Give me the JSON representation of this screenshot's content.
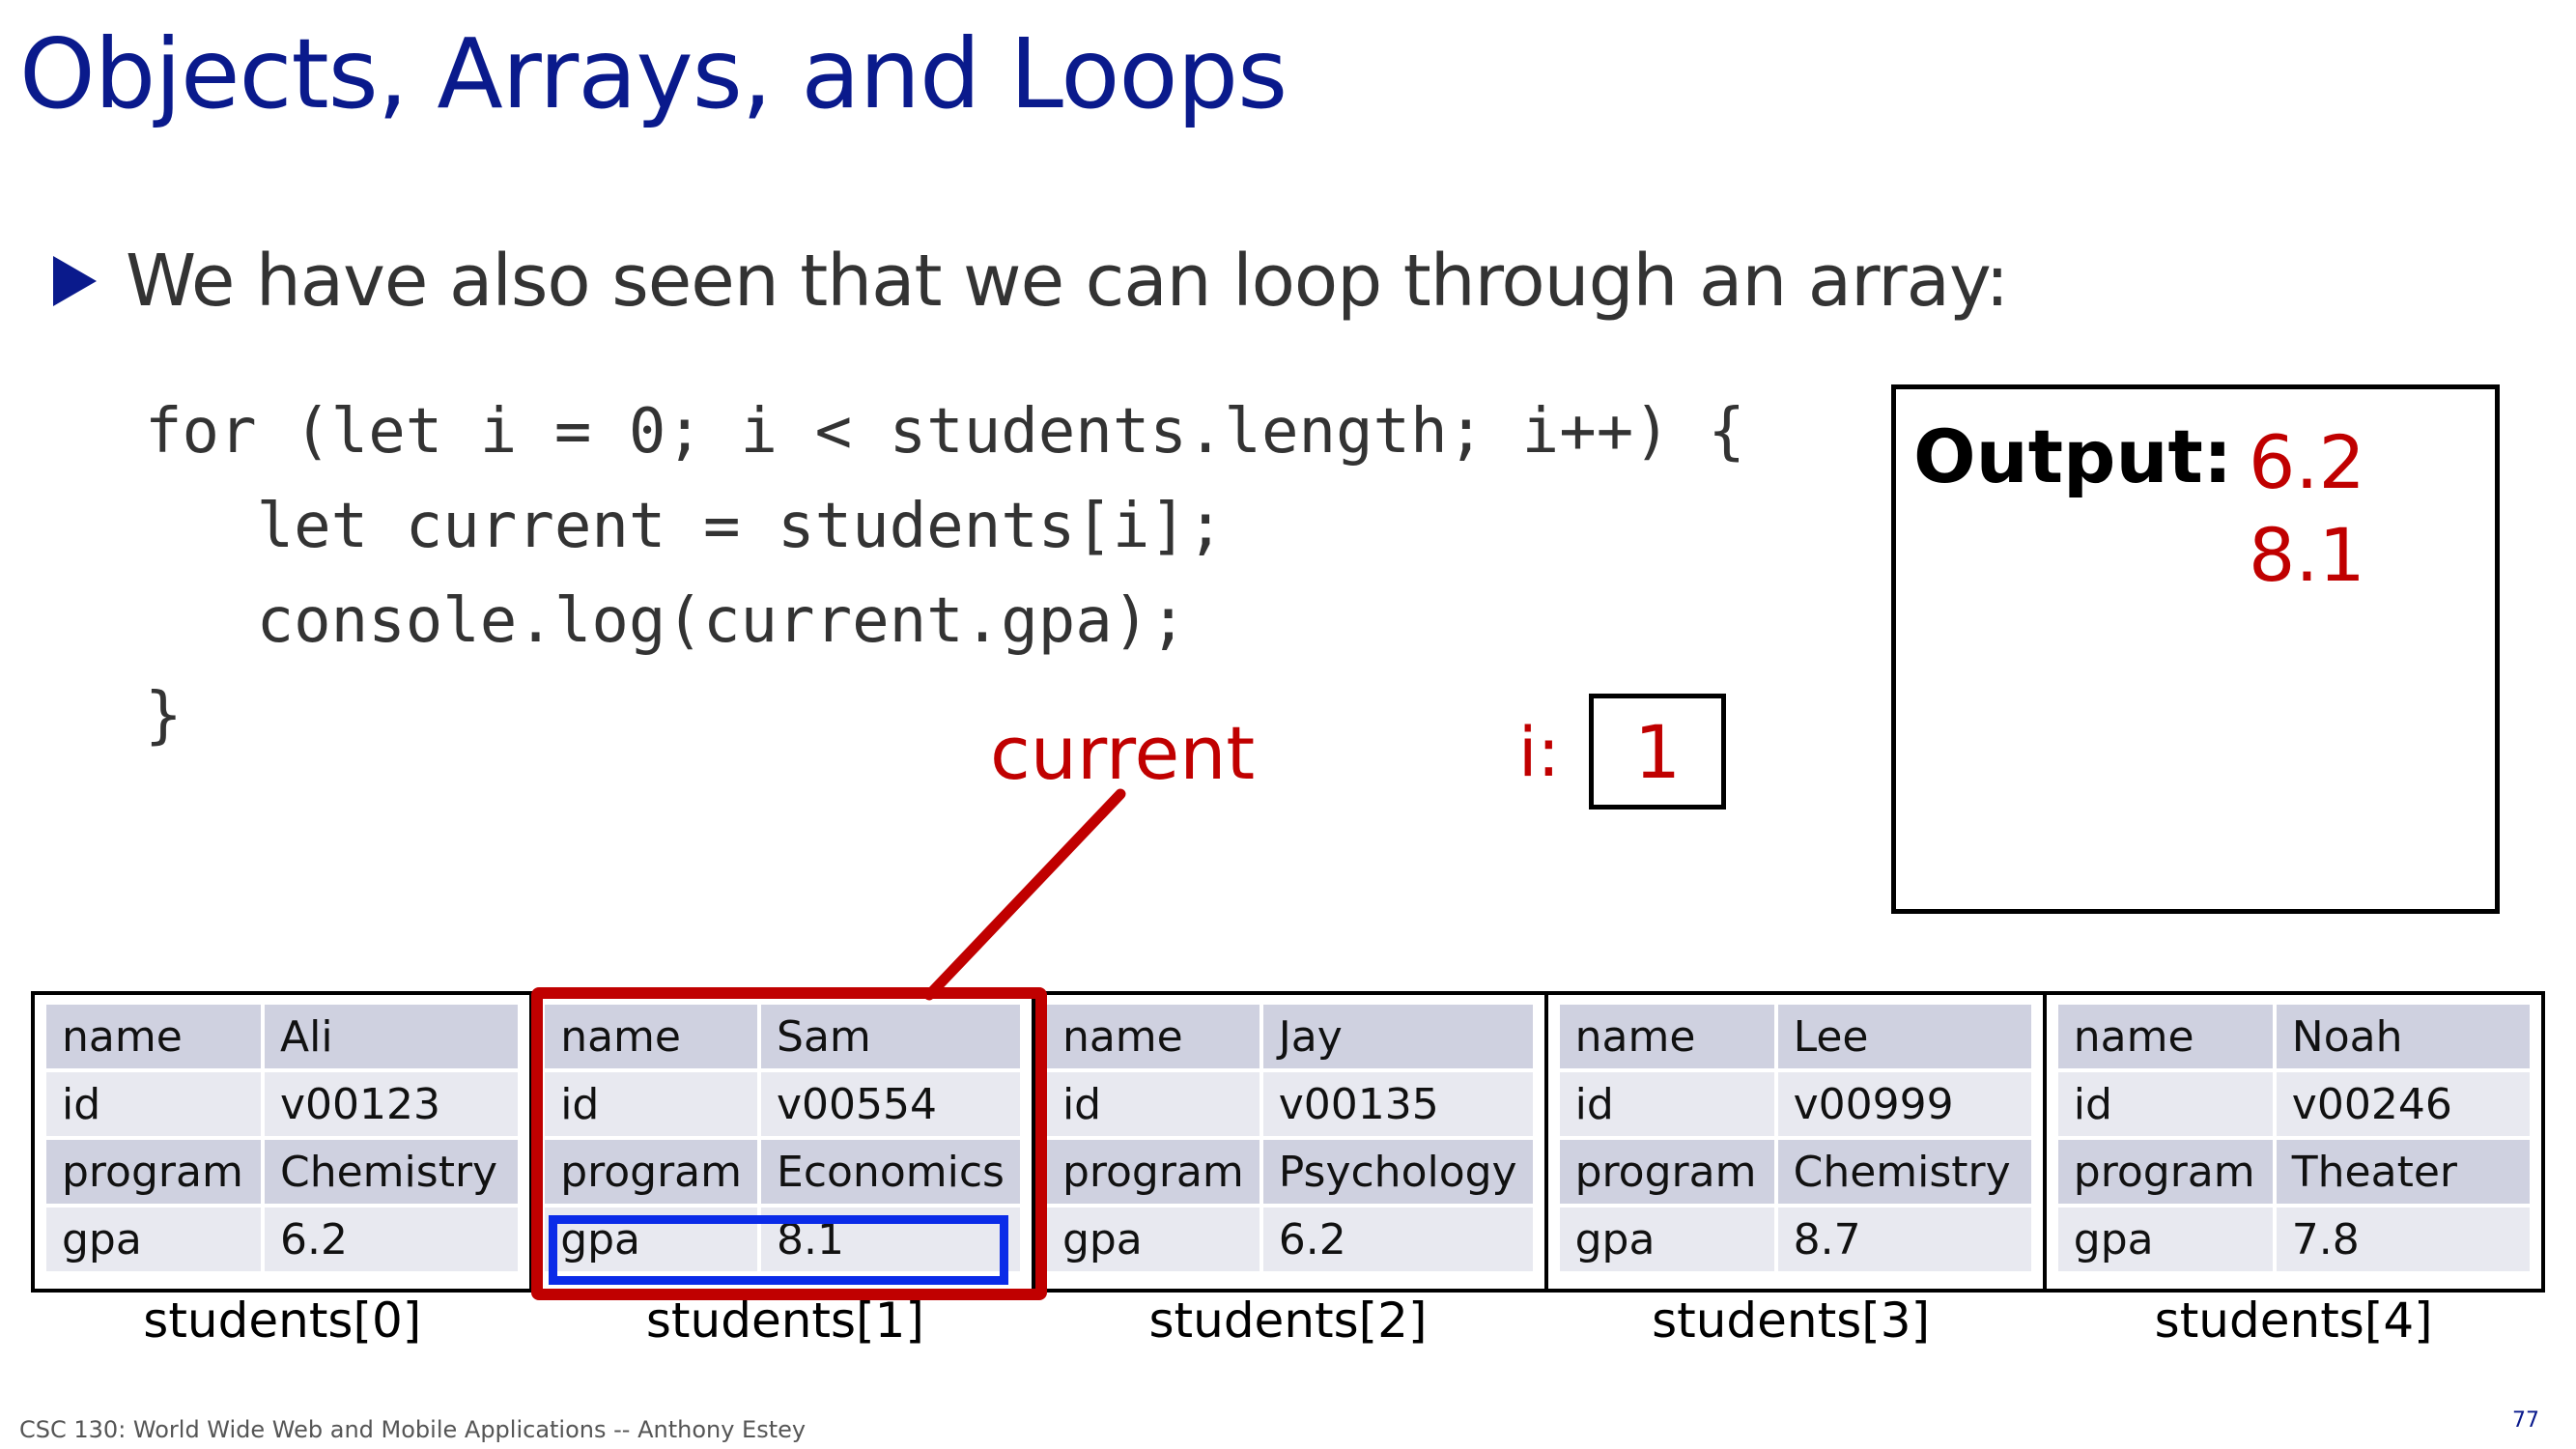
{
  "slide": {
    "title": "Objects, Arrays, and Loops",
    "bullet": "We have also seen that we can loop through an array:",
    "code": [
      "for (let i = 0; i < students.length; i++) {",
      "   let current = students[i];",
      "   console.log(current.gpa);",
      "}"
    ],
    "current_label": "current",
    "i_label": "i:",
    "i_value": "1",
    "output_label": "Output:",
    "output_values": [
      "6.2",
      "8.1"
    ],
    "records": [
      {
        "caption": "students[0]",
        "rows": [
          [
            "name",
            "Ali"
          ],
          [
            "id",
            "v00123"
          ],
          [
            "program",
            "Chemistry"
          ],
          [
            "gpa",
            "6.2"
          ]
        ]
      },
      {
        "caption": "students[1]",
        "rows": [
          [
            "name",
            "Sam"
          ],
          [
            "id",
            "v00554"
          ],
          [
            "program",
            "Economics"
          ],
          [
            "gpa",
            "8.1"
          ]
        ]
      },
      {
        "caption": "students[2]",
        "rows": [
          [
            "name",
            "Jay"
          ],
          [
            "id",
            "v00135"
          ],
          [
            "program",
            "Psychology"
          ],
          [
            "gpa",
            "6.2"
          ]
        ]
      },
      {
        "caption": "students[3]",
        "rows": [
          [
            "name",
            "Lee"
          ],
          [
            "id",
            "v00999"
          ],
          [
            "program",
            "Chemistry"
          ],
          [
            "gpa",
            "8.7"
          ]
        ]
      },
      {
        "caption": "students[4]",
        "rows": [
          [
            "name",
            "Noah"
          ],
          [
            "id",
            "v00246"
          ],
          [
            "program",
            "Theater"
          ],
          [
            "gpa",
            "7.8"
          ]
        ]
      }
    ],
    "footer": "CSC 130: World Wide Web and Mobile Applications -- Anthony Estey",
    "page_number": "77",
    "colors": {
      "title": "#0a1a8c",
      "highlight_red": "#c00000",
      "highlight_blue": "#0a2be8"
    }
  }
}
